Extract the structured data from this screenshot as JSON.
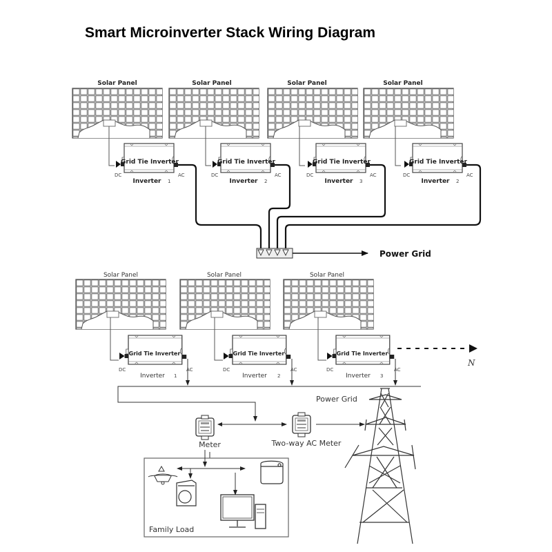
{
  "title": "Smart Microinverter Stack Wiring Diagram",
  "top_section": {
    "panels": [
      {
        "label": "Solar Panel",
        "inverter_title": "Grid Tie Inverter",
        "inverter_label": "Inverter",
        "inverter_number": "1",
        "dc": "DC",
        "ac": "AC"
      },
      {
        "label": "Solar Panel",
        "inverter_title": "Grid Tie Inverter",
        "inverter_label": "Inverter",
        "inverter_number": "2",
        "dc": "DC",
        "ac": "AC"
      },
      {
        "label": "Solar Panel",
        "inverter_title": "Grid Tie Inverter",
        "inverter_label": "Inverter",
        "inverter_number": "3",
        "dc": "DC",
        "ac": "AC"
      },
      {
        "label": "Solar Panel",
        "inverter_title": "Grid Tie Inverter",
        "inverter_label": "Inverter",
        "inverter_number": "2",
        "dc": "DC",
        "ac": "AC"
      }
    ],
    "output_label": "Power Grid"
  },
  "bottom_section": {
    "panels": [
      {
        "label": "Solar Panel",
        "inverter_title": "Grid Tie Inverter",
        "inverter_label": "Inverter",
        "inverter_number": "1",
        "dc": "DC",
        "ac": "AC"
      },
      {
        "label": "Solar Panel",
        "inverter_title": "Grid Tie Inverter",
        "inverter_label": "Inverter",
        "inverter_number": "2",
        "dc": "DC",
        "ac": "AC"
      },
      {
        "label": "Solar Panel",
        "inverter_title": "Grid Tie Inverter",
        "inverter_label": "Inverter",
        "inverter_number": "3",
        "dc": "DC",
        "ac": "AC"
      }
    ],
    "continuation_label": "N",
    "power_grid_label": "Power  Grid",
    "meter_label": "Meter",
    "two_way_meter_label": "Two-way AC Meter",
    "family_load_label": "Family Load"
  }
}
